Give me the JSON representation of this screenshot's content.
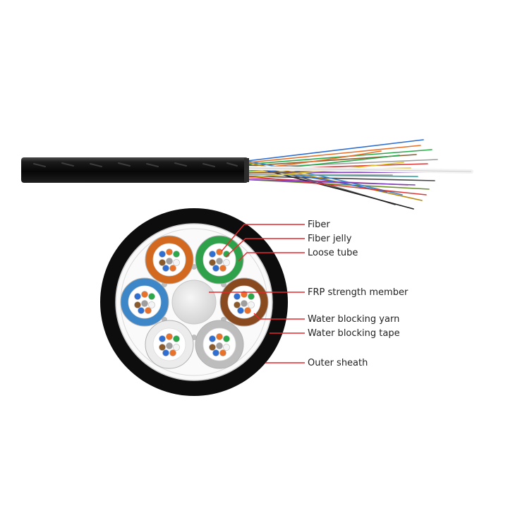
{
  "labels": {
    "fiber": "Fiber",
    "fiber_jelly": "Fiber jelly",
    "loose_tube": "Loose tube",
    "frp_strength_member": "FRP strength member",
    "water_blocking_yarn": "Water blocking yarn",
    "water_blocking_tape": "Water blocking tape",
    "outer_sheath": "Outer sheath"
  },
  "colors": {
    "leader_line": "#e8262b",
    "label_text": "#222222",
    "sheath": "#0d0d0d",
    "tube_orange": "#d2691e",
    "tube_green": "#2fa14a",
    "tube_blue": "#3d86c7",
    "tube_brown": "#8a4a1f",
    "tube_white": "#ececec",
    "tube_grey": "#bdbdbd",
    "frp_member": "#e2e2e2"
  },
  "fiber_colors": [
    "#2f6fd1",
    "#e8722a",
    "#2aa84a",
    "#8b5a2b",
    "#9e9e9e",
    "#f4f4f4"
  ]
}
